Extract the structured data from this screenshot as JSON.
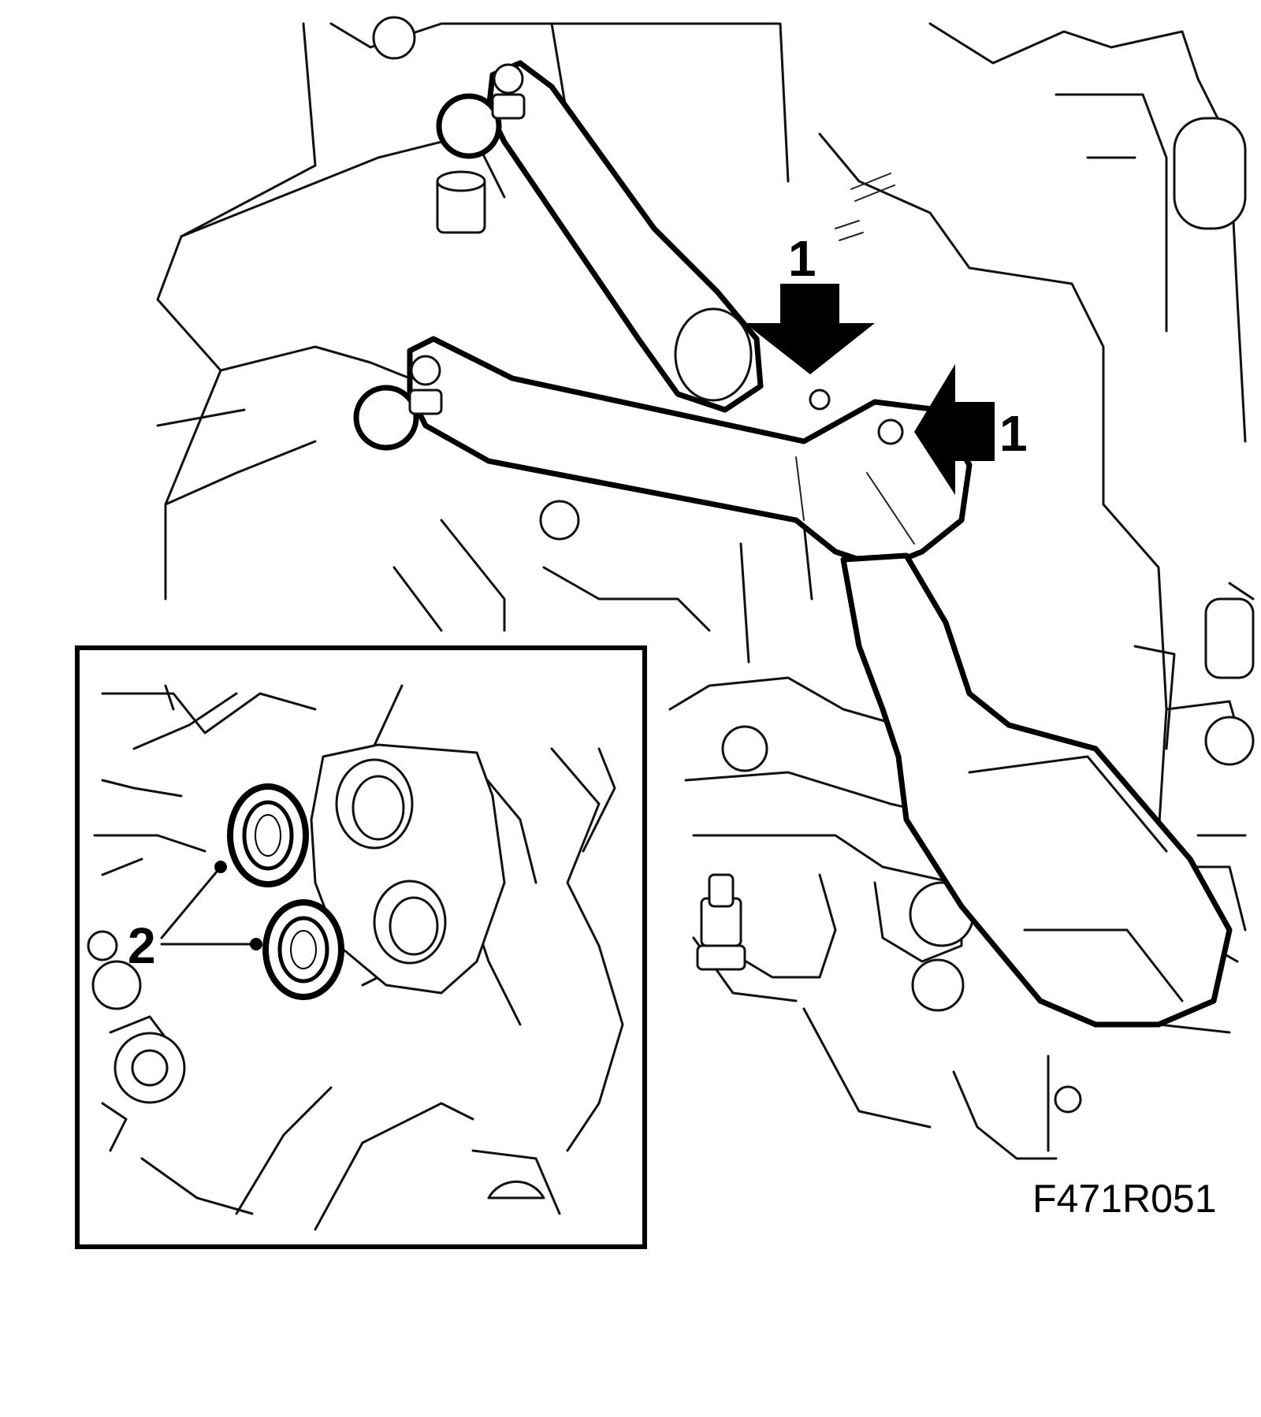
{
  "figure_code": "F471R051",
  "callouts": {
    "label_1": "1",
    "label_2": "2"
  },
  "colors": {
    "line": "#111111",
    "background": "#ffffff"
  }
}
